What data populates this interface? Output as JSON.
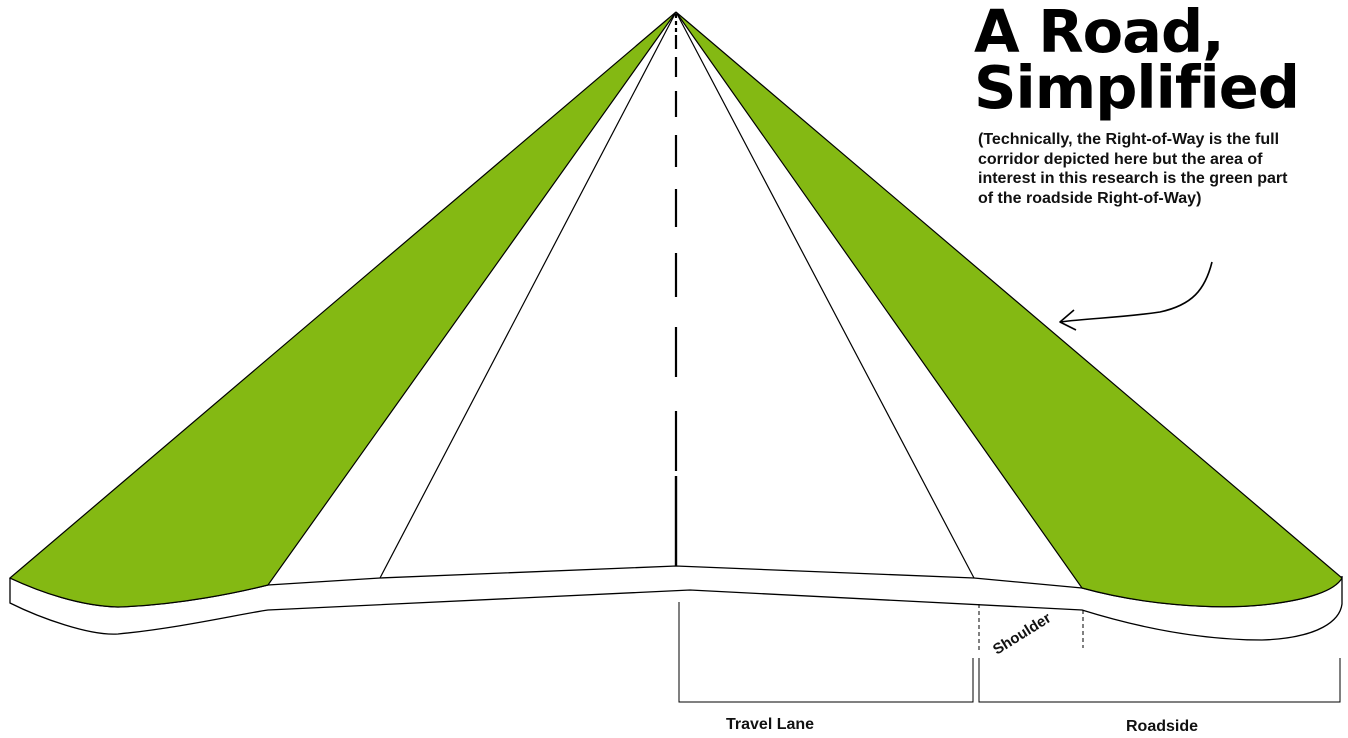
{
  "title": {
    "line1": "A Road,",
    "line2": "Simplified"
  },
  "subtitle": "(Technically, the Right-of-Way is the full corridor depicted here but the area of interest in this research is the green part of the roadside Right-of-Way)",
  "labels": {
    "travel_lane": "Travel Lane",
    "roadside": "Roadside",
    "shoulder": "Shoulder"
  },
  "colors": {
    "roadside_green": "#84b913",
    "outline": "#000000",
    "background": "#ffffff"
  },
  "icons": {
    "callout_arrow": "curved-arrow-pointing-left"
  }
}
